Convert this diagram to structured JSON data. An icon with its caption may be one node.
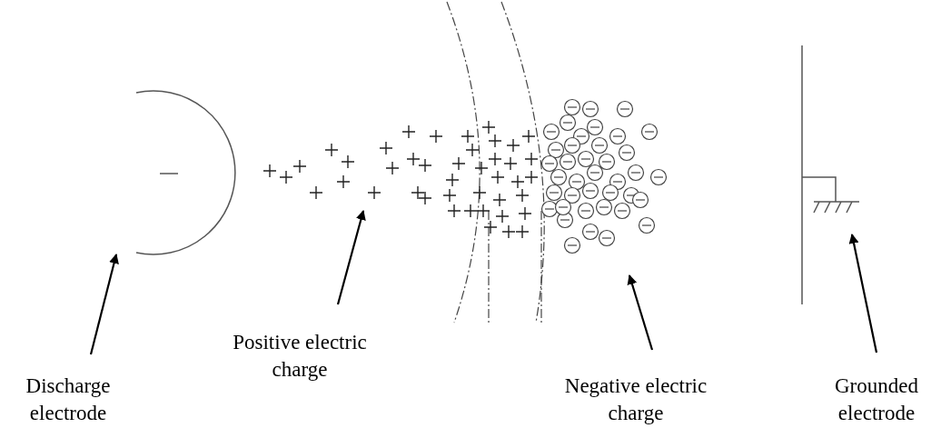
{
  "diagram": {
    "nodes": [
      {
        "text": [],
        "shape": "arc"
      },
      {
        "text": [],
        "shape": "cloud"
      },
      {
        "text": [],
        "shape": "cloud"
      },
      {
        "text": [],
        "shape": "bar"
      },
      {
        "text": [
          "Discharge electrode"
        ]
      },
      {
        "text": [
          "Positive electric charge"
        ]
      },
      {
        "text": [
          "Negative electric charge"
        ]
      },
      {
        "text": [
          "Grounded electrode"
        ]
      }
    ],
    "edges": [
      {
        "from": 4,
        "to": 0,
        "arrow": "to"
      },
      {
        "from": 5,
        "to": 1,
        "arrow": "to"
      },
      {
        "from": 6,
        "to": 2,
        "arrow": "to"
      },
      {
        "from": 7,
        "to": 3,
        "arrow": "to"
      }
    ]
  }
}
